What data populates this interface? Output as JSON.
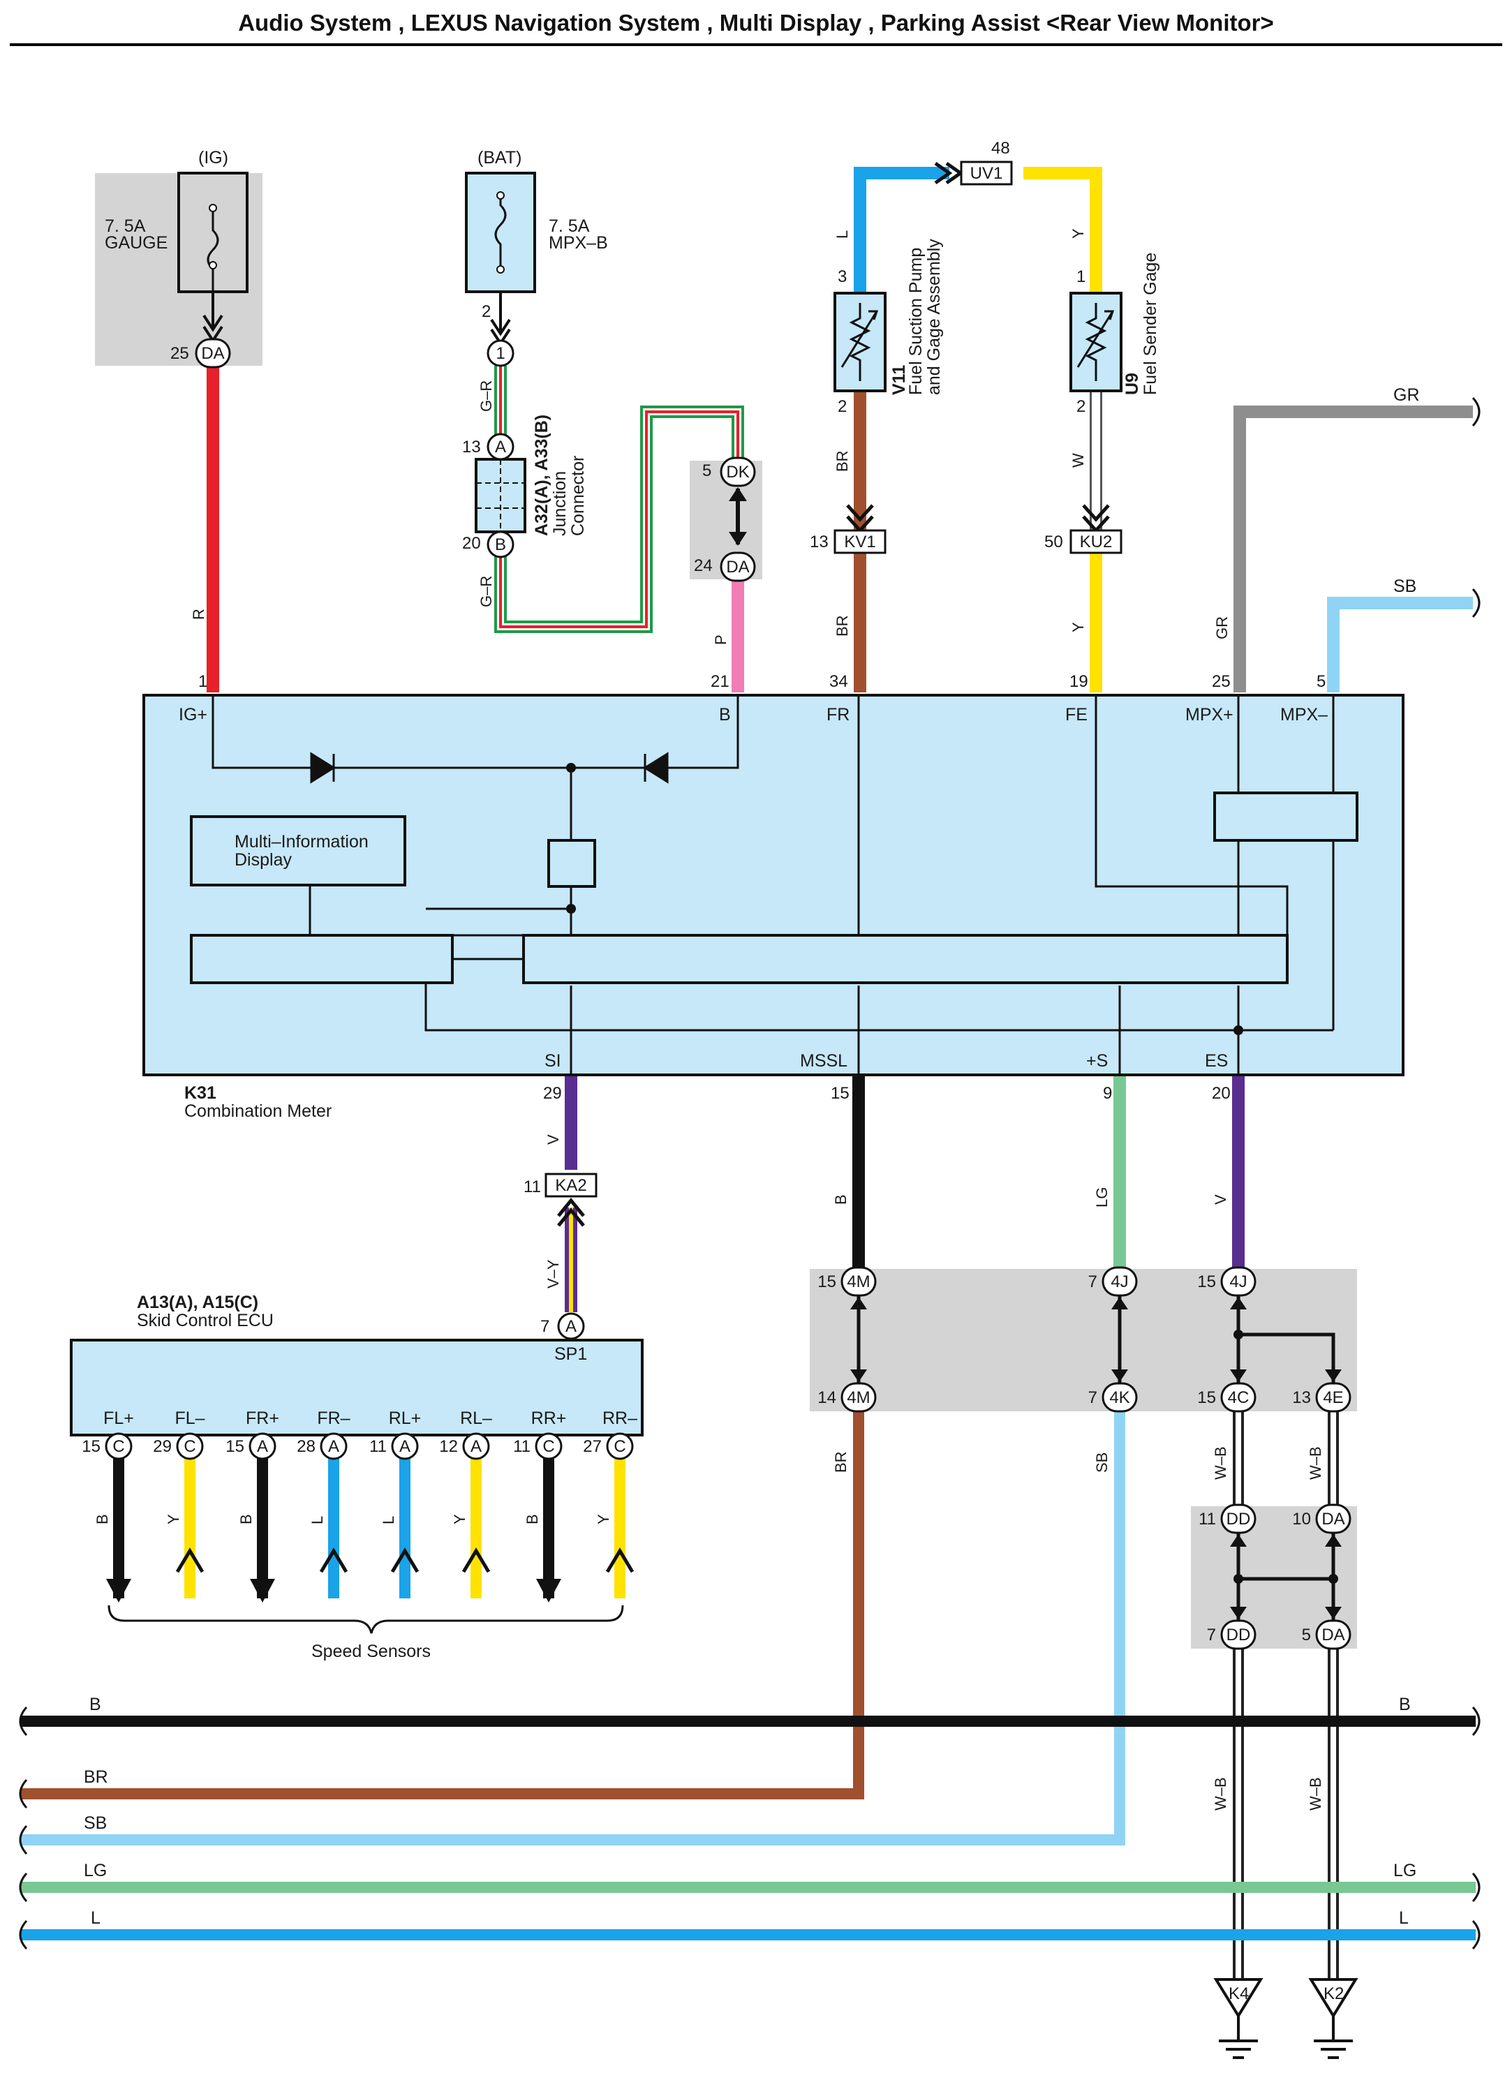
{
  "title": "Audio System , LEXUS Navigation System , Multi Display , Parking Assist <Rear View Monitor>",
  "colors": {
    "R": "#e8202a",
    "G_R": "#1e9a48",
    "P": "#f07db4",
    "L": "#1aa3e8",
    "Y": "#ffe200",
    "BR": "#a0502e",
    "W": "#ffffff",
    "GR": "#8e8e8e",
    "SB": "#8fd4f5",
    "V": "#5a2d91",
    "B": "#111111",
    "LG": "#78c894",
    "W_B": "#ffffff",
    "module_fill": "#c6e8f8",
    "shade": "#d4d4d4"
  },
  "fuses": {
    "ig": {
      "source": "(IG)",
      "rating": "7. 5A",
      "name": "GAUGE",
      "pin": "25",
      "connector": "DA"
    },
    "bat": {
      "source": "(BAT)",
      "rating": "7. 5A",
      "name": "MPX–B",
      "pin": "2",
      "connector": "1"
    }
  },
  "junction_connector": {
    "id": "A32(A), A33(B)",
    "line1": "Junction",
    "line2": "Connector",
    "pin_a": "13",
    "conn_a": "A",
    "pin_b": "20",
    "conn_b": "B",
    "wire": "G–R"
  },
  "connectors_top": {
    "dk": {
      "pin": "5",
      "id": "DK"
    },
    "da": {
      "pin": "24",
      "id": "DA"
    },
    "uv1": {
      "pin": "48",
      "id": "UV1"
    },
    "kv1": {
      "pin": "13",
      "id": "KV1"
    },
    "ku2": {
      "pin": "50",
      "id": "KU2"
    }
  },
  "sensors": {
    "v11": {
      "id": "V11",
      "line1": "Fuel Suction Pump",
      "line2": "and Gage Assembly",
      "pin_top": "3",
      "pin_bottom": "2"
    },
    "u9": {
      "id": "U9",
      "line1": "Fuel Sender Gage",
      "pin_top": "1",
      "pin_bottom": "2"
    }
  },
  "wire_labels": {
    "R": "R",
    "G_R": "G–R",
    "P": "P",
    "L": "L",
    "Y": "Y",
    "BR": "BR",
    "W": "W",
    "GR": "GR",
    "SB": "SB",
    "V": "V",
    "B": "B",
    "LG": "LG",
    "V_Y": "V–Y",
    "W_B": "W–B"
  },
  "meter": {
    "id": "K31",
    "name": "Combination Meter",
    "display": [
      "Multi–Information",
      "Display"
    ],
    "top_pins": [
      {
        "num": "1",
        "name": "IG+"
      },
      {
        "num": "21",
        "name": "B"
      },
      {
        "num": "34",
        "name": "FR"
      },
      {
        "num": "19",
        "name": "FE"
      },
      {
        "num": "25",
        "name": "MPX+"
      },
      {
        "num": "5",
        "name": "MPX–"
      }
    ],
    "bottom_pins": [
      {
        "num": "29",
        "name": "SI"
      },
      {
        "num": "15",
        "name": "MSSL"
      },
      {
        "num": "9",
        "name": "+S"
      },
      {
        "num": "20",
        "name": "ES"
      }
    ]
  },
  "ka2": {
    "pin": "11",
    "id": "KA2"
  },
  "skid_ecu": {
    "id": "A13(A), A15(C)",
    "name": "Skid Control ECU",
    "top_pin": "7",
    "top_conn": "A",
    "top_name": "SP1",
    "pins": [
      {
        "name": "FL+",
        "num": "15",
        "conn": "C",
        "wire": "B"
      },
      {
        "name": "FL–",
        "num": "29",
        "conn": "C",
        "wire": "Y"
      },
      {
        "name": "FR+",
        "num": "15",
        "conn": "A",
        "wire": "B"
      },
      {
        "name": "FR–",
        "num": "28",
        "conn": "A",
        "wire": "L"
      },
      {
        "name": "RL+",
        "num": "11",
        "conn": "A",
        "wire": "L"
      },
      {
        "name": "RL–",
        "num": "12",
        "conn": "A",
        "wire": "Y"
      },
      {
        "name": "RR+",
        "num": "11",
        "conn": "C",
        "wire": "B"
      },
      {
        "name": "RR–",
        "num": "27",
        "conn": "C",
        "wire": "Y"
      }
    ],
    "bottom_label": "Speed Sensors"
  },
  "junctions_mid": [
    {
      "num": "15",
      "id": "4M"
    },
    {
      "num": "7",
      "id": "4J"
    },
    {
      "num": "15",
      "id": "4J"
    },
    {
      "num": "14",
      "id": "4M"
    },
    {
      "num": "7",
      "id": "4K"
    },
    {
      "num": "15",
      "id": "4C"
    },
    {
      "num": "13",
      "id": "4E"
    }
  ],
  "junctions_low": [
    {
      "num": "11",
      "id": "DD"
    },
    {
      "num": "10",
      "id": "DA"
    },
    {
      "num": "7",
      "id": "DD"
    },
    {
      "num": "5",
      "id": "DA"
    }
  ],
  "bus_lines": {
    "gr": "GR",
    "sb_top": "SB",
    "b_left": "B",
    "b_right": "B",
    "br": "BR",
    "sb": "SB",
    "lg_left": "LG",
    "lg_right": "LG",
    "l_left": "L",
    "l_right": "L"
  },
  "grounds": [
    "K4",
    "K2"
  ]
}
